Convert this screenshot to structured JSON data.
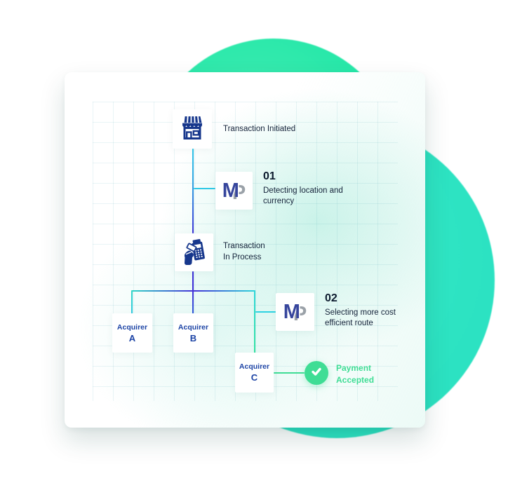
{
  "diagram": {
    "title_hidden": "",
    "logo": {
      "m": "M",
      "p": "P"
    },
    "nodes": {
      "merchant": {
        "label": "Transaction Initiated",
        "icon": "storefront-icon"
      },
      "step1": {
        "number": "01",
        "line1": "Detecting location and",
        "line2": "currency"
      },
      "processing": {
        "line1": "Transaction",
        "line2": "In Process",
        "icon": "pos-terminal-icon"
      },
      "step2": {
        "number": "02",
        "line1": "Selecting more cost",
        "line2": "efficient route"
      },
      "acquirer_a": {
        "name": "Acquirer",
        "letter": "A"
      },
      "acquirer_b": {
        "name": "Acquirer",
        "letter": "B"
      },
      "acquirer_c": {
        "name": "Acquirer",
        "letter": "C"
      },
      "result": {
        "line1": "Payment",
        "line2": "Accepted",
        "icon": "check-icon"
      }
    },
    "colors": {
      "icon_navy": "#17378c",
      "text_dark": "#15233a",
      "acquirer_blue": "#1c43a5",
      "success_green": "#3fdd95",
      "line_cyan": "#2fc8e6",
      "line_indigo": "#4330d8",
      "line_turquoise": "#30d5c6",
      "blob_green": "#27e8a9",
      "blob_teal": "#2ee4c3",
      "logo_m_blue": "#36459c",
      "logo_p_gray": "#9aa1a8"
    }
  }
}
